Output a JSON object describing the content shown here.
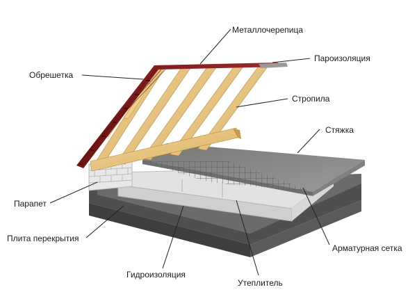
{
  "labels": {
    "metal_tile": "Металлочерепица",
    "vapor_barrier": "Пароизоляция",
    "lathing": "Обрешетка",
    "rafters": "Стропила",
    "screed": "Стяжка",
    "parapet": "Парапет",
    "floor_slab": "Плита перекрытия",
    "rebar_mesh": "Арматурная сетка",
    "waterproofing": "Гидроизоляция",
    "insulation": "Утеплитель"
  },
  "colors": {
    "roof_tile": "#8a1f1f",
    "timber": "#e8c27a",
    "screed": "#8e8e8e",
    "insulation": "#dcdcdc",
    "slab": "#555555",
    "brick": "#e6e6e6",
    "leader": "#222222"
  }
}
